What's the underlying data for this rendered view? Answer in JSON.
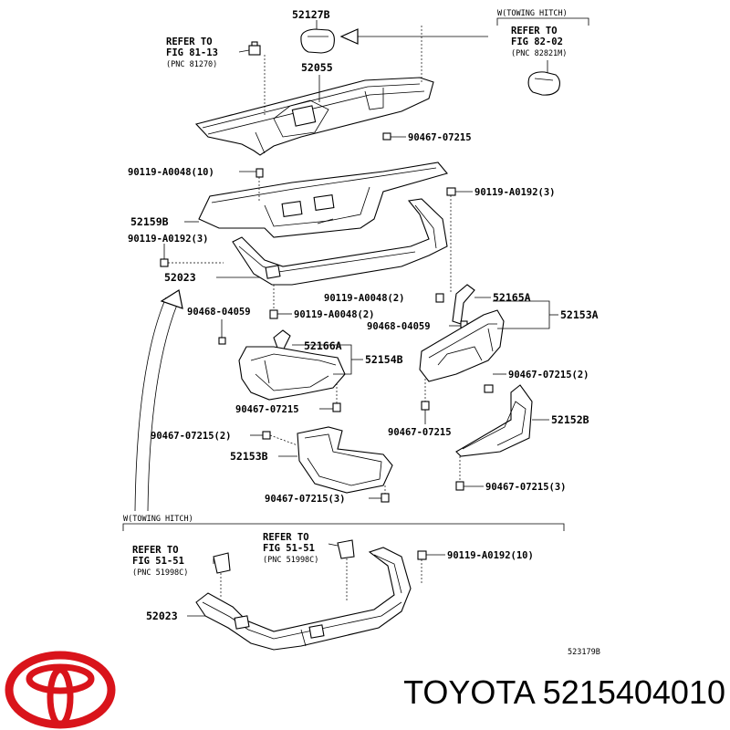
{
  "labels": {
    "p52127B": "52127B",
    "towing_top": "W(TOWING HITCH)",
    "refer_81_line1": "REFER TO",
    "refer_81_line2": "FIG 81-13",
    "refer_81_line3": "(PNC 81270)",
    "refer_82_line1": "REFER TO",
    "refer_82_line2": "FIG 82-02",
    "refer_82_line3": "(PNC 82821M)",
    "p52055": "52055",
    "bolt_90467_top": "90467-07215",
    "bolt_90119_A0048_10": "90119-A0048(10)",
    "bolt_90119_A0192_3_right": "90119-A0192(3)",
    "p52159B": "52159B",
    "bolt_90119_A0192_3_left": "90119-A0192(3)",
    "p52023_top": "52023",
    "bolt_90119_A0048_2_right": "90119-A0048(2)",
    "p52165A": "52165A",
    "p52153A": "52153A",
    "bolt_90468_left": "90468-04059",
    "bolt_90119_A0048_2_left": "90119-A0048(2)",
    "bolt_90468_right": "90468-04059",
    "p52166A": "52166A",
    "p52154B": "52154B",
    "bolt_90467_2_right": "90467-07215(2)",
    "bolt_90467_mid_left": "90467-07215",
    "bolt_90467_mid_right": "90467-07215",
    "p52152B": "52152B",
    "bolt_90467_2_left": "90467-07215(2)",
    "p52153B": "52153B",
    "bolt_90467_3_right": "90467-07215(3)",
    "bolt_90467_3_left": "90467-07215(3)",
    "towing_bottom": "W(TOWING HITCH)",
    "refer_51_left_line1": "REFER TO",
    "refer_51_left_line2": "FIG 51-51",
    "refer_51_left_line3": "(PNC 51998C)",
    "refer_51_right_line1": "REFER TO",
    "refer_51_right_line2": "FIG 51-51",
    "refer_51_right_line3": "(PNC 51998C)",
    "bolt_90119_A0192_10": "90119-A0192(10)",
    "p52023_bottom": "52023",
    "diagram_code": "523179B"
  },
  "footer": {
    "brand_part": "TOYOTA 5215404010"
  },
  "colors": {
    "logo": "#d9141b",
    "ink": "#000000"
  }
}
